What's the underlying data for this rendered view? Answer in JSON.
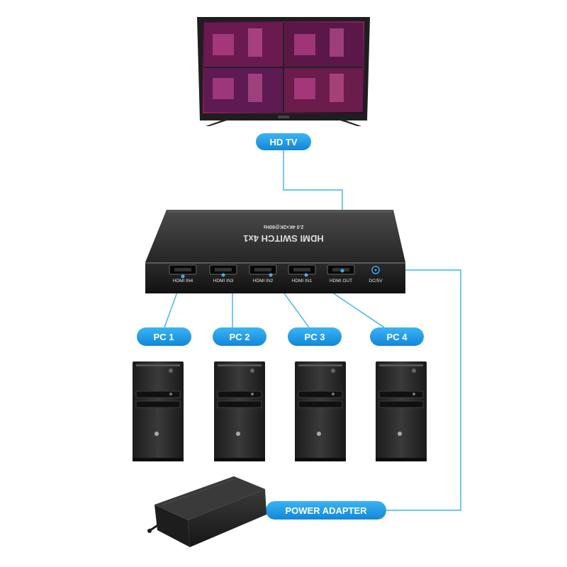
{
  "labels": {
    "tv": "HD TV",
    "pc1": "PC 1",
    "pc2": "PC 2",
    "pc3": "PC 3",
    "pc4": "PC 4",
    "power": "POWER ADAPTER"
  },
  "switch": {
    "title": "HDMI SWITCH  4x1",
    "subtitle": "2.0 4K×2K@60Hz",
    "ports": {
      "in4": "HDMI IN4",
      "in3": "HDMI IN3",
      "in2": "HDMI IN2",
      "in1": "HDMI IN1",
      "out": "HDMI OUT",
      "dc": "DC/5V"
    }
  },
  "colors": {
    "accent": "#1f9be8",
    "line": "#3fb0ea",
    "device": "#2a2a2a"
  }
}
